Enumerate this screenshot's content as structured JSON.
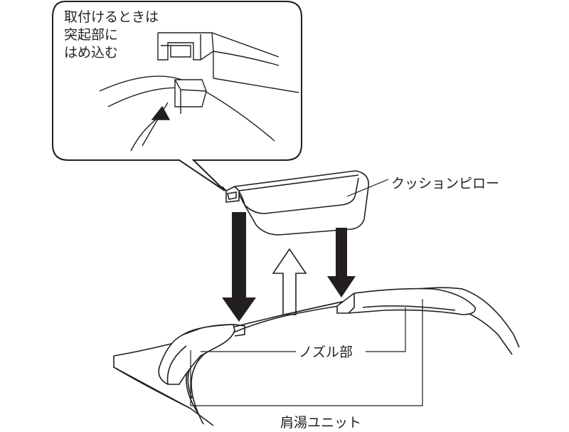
{
  "callout": {
    "lines": [
      "取付けるときは",
      "突起部に",
      "はめ込む"
    ]
  },
  "labels": {
    "cushion_pillow": "クッションピロー",
    "nozzle_part": "ノズル部",
    "shoulder_unit": "肩湯ユニット"
  },
  "colors": {
    "stroke": "#231f20",
    "fill_light": "#e6e6e6",
    "fill_dark": "#231f20",
    "background": "#ffffff"
  }
}
